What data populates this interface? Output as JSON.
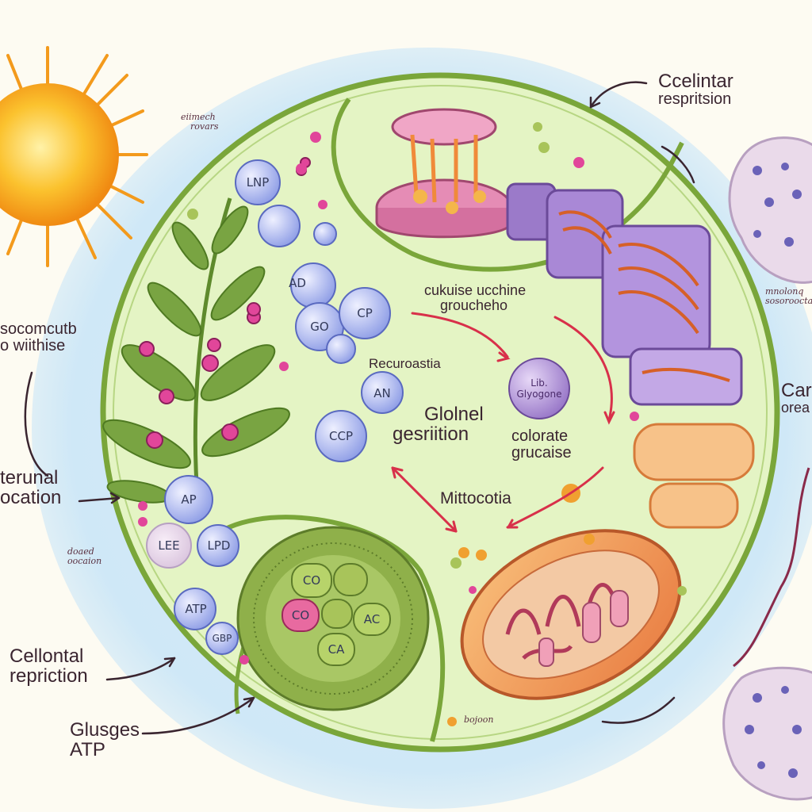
{
  "labels": {
    "top_right": [
      "Ccelintar",
      "respritsion"
    ],
    "left_upper": [
      "socomcutb",
      "o wiithise"
    ],
    "left_mid": [
      "terunal",
      "ocation"
    ],
    "left_lower": [
      "Cellontal",
      "repriction"
    ],
    "left_bottom": [
      "Glusges",
      "ATP"
    ],
    "center_top": [
      "cukuise ucchine",
      "groucheho"
    ],
    "recuroastia": "Recuroastia",
    "center_mid": [
      "Glolnel",
      "gesriition"
    ],
    "colorate": [
      "colorate",
      "grucaise"
    ],
    "mitto": "Mittocotia",
    "right_edge": [
      "Car",
      "orea"
    ],
    "small_top_left": [
      "eiimech",
      "rovars"
    ],
    "small_right": [
      "mnolonq",
      "sosoroocta"
    ],
    "small_lower_left": [
      "doaed",
      "oocaion"
    ],
    "small_bottom": "bojoon"
  },
  "bubbles": [
    "LNP",
    "AD",
    "CP",
    "GO",
    "CCP",
    "AN",
    "AP",
    "LEE",
    "LPD",
    "ATP",
    "GBP",
    "Lib. Glyogone"
  ],
  "chloroplast_labels": [
    "CO",
    "CO",
    "AC",
    "CA"
  ],
  "colors": {
    "cell_fill": "#e4f4c4",
    "membrane": "#7aa63a",
    "background_glow": "#cfe8f7",
    "sun": "#f7a41c",
    "arrow": "#d8304a",
    "mitochondrion": "#f0a060",
    "golgi": "#9b7ac9"
  }
}
